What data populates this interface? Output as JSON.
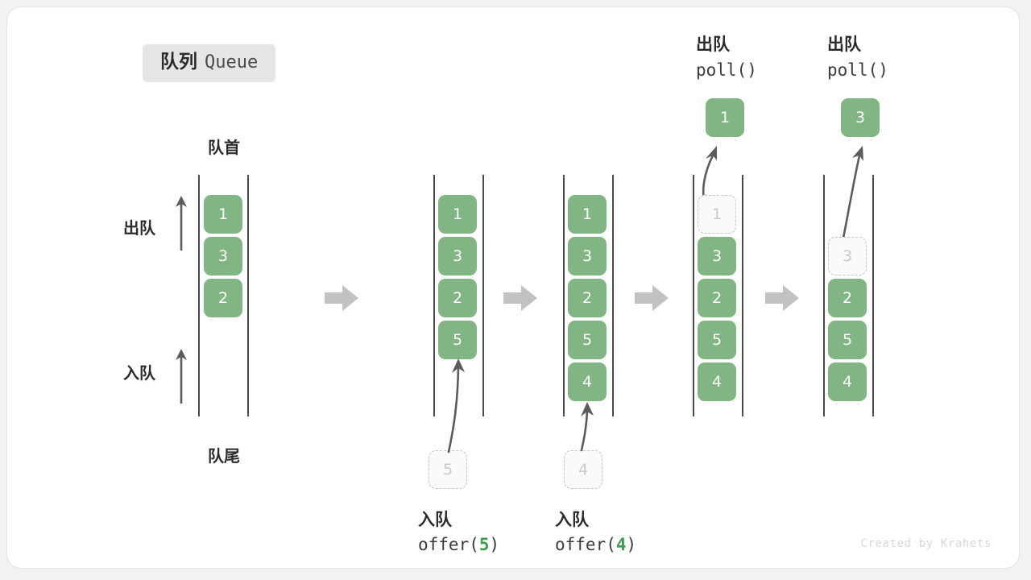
{
  "title": {
    "cn": "队列",
    "en": "Queue"
  },
  "colors": {
    "cell_fill": "#81b584",
    "cell_text": "#ffffff",
    "ghost_fill": "#fafafa",
    "ghost_border": "#c4c4c4",
    "ghost_text": "#c9c9c9",
    "rail": "#4a4a4a",
    "step_arrow": "#c2c2c2",
    "curve_arrow": "#5c5c5c",
    "badge_bg": "#e6e6e6",
    "op_accent": "#3d9c4f",
    "watermark": "#d8d8d8",
    "card_border": "#e3e3e3"
  },
  "side_labels": {
    "front": "队首",
    "rear": "队尾",
    "dequeue": "出队",
    "enqueue": "入队"
  },
  "columns": [
    {
      "id": "initial",
      "cells": [
        "1",
        "3",
        "2"
      ],
      "ghost_index": -1,
      "caption_cn": "",
      "caption_code": "",
      "top_label_cn": "",
      "top_label_code": "",
      "popped_value": "",
      "incoming_value": ""
    },
    {
      "id": "after-offer-5",
      "cells": [
        "1",
        "3",
        "2",
        "5"
      ],
      "ghost_index": -1,
      "caption_cn": "入队",
      "caption_code_prefix": "offer(",
      "caption_code_arg": "5",
      "caption_code_suffix": ")",
      "incoming_value": "5",
      "top_label_cn": "",
      "top_label_code": "",
      "popped_value": ""
    },
    {
      "id": "after-offer-4",
      "cells": [
        "1",
        "3",
        "2",
        "5",
        "4"
      ],
      "ghost_index": -1,
      "caption_cn": "入队",
      "caption_code_prefix": "offer(",
      "caption_code_arg": "4",
      "caption_code_suffix": ")",
      "incoming_value": "4",
      "top_label_cn": "",
      "top_label_code": "",
      "popped_value": ""
    },
    {
      "id": "poll-1",
      "cells": [
        "1",
        "3",
        "2",
        "5",
        "4"
      ],
      "ghost_index": 0,
      "caption_cn": "",
      "caption_code": "",
      "top_label_cn": "出队",
      "top_label_code": "poll()",
      "popped_value": "1",
      "incoming_value": ""
    },
    {
      "id": "poll-3",
      "cells": [
        "3",
        "2",
        "5",
        "4"
      ],
      "ghost_index": 0,
      "caption_cn": "",
      "caption_code": "",
      "top_label_cn": "出队",
      "top_label_code": "poll()",
      "popped_value": "3",
      "incoming_value": ""
    }
  ],
  "watermark": "Created by Krahets"
}
